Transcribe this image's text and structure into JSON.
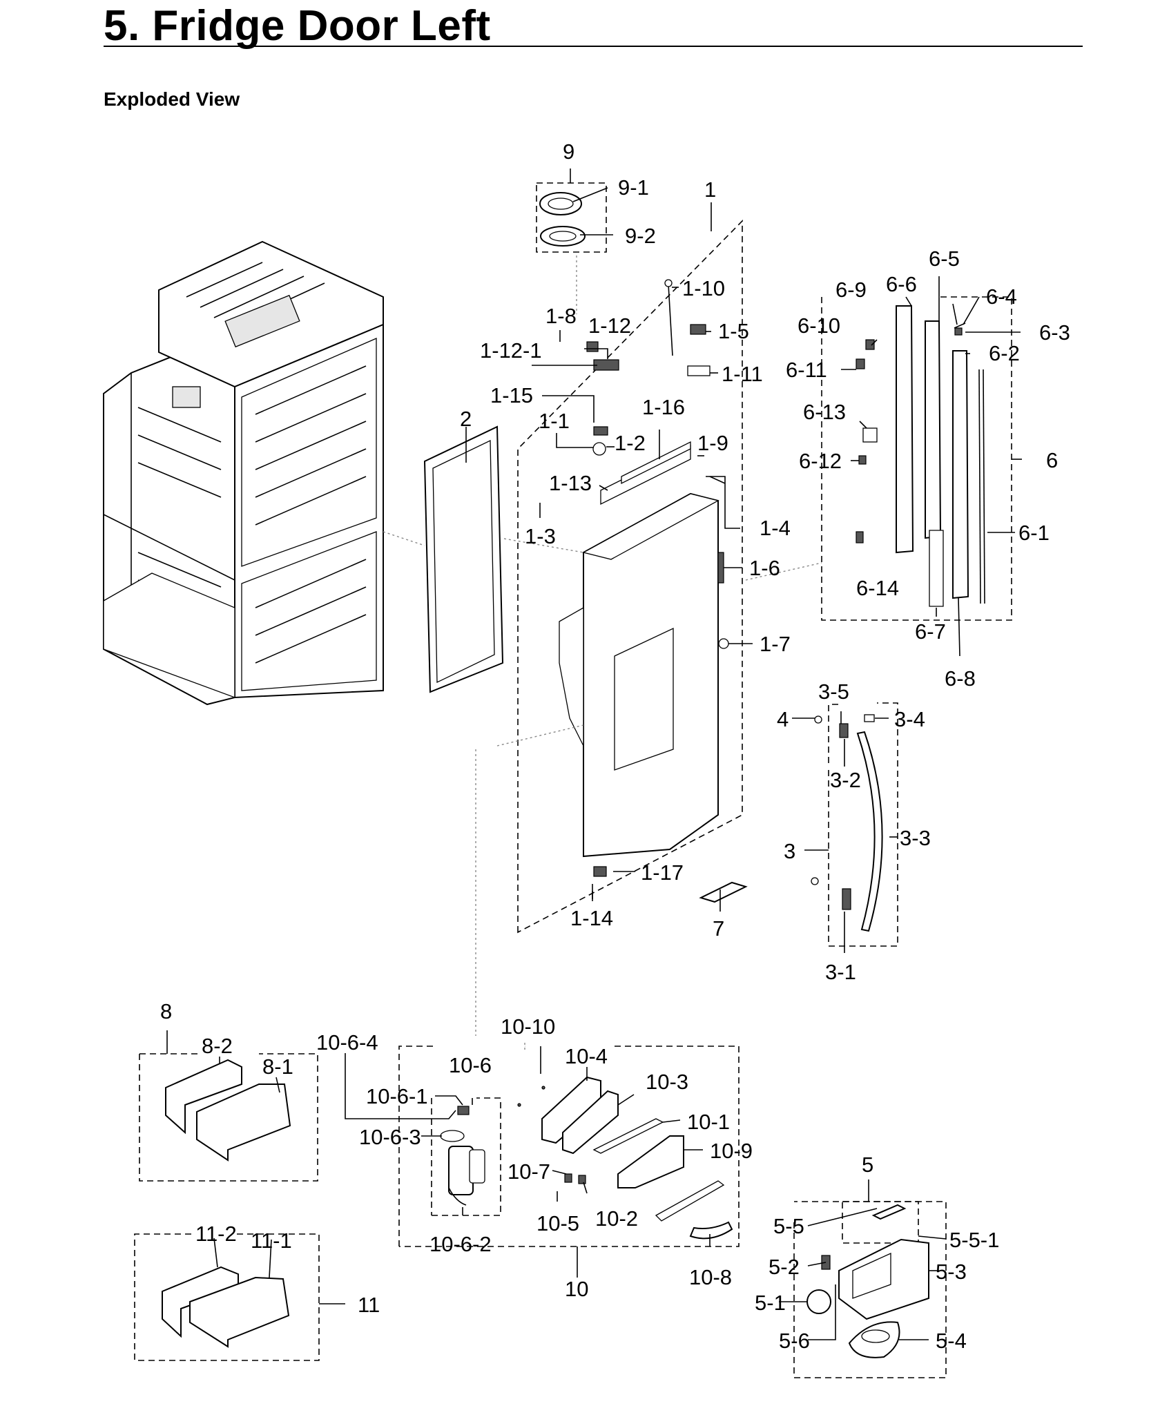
{
  "header": {
    "title": "5.  Fridge Door Left",
    "subtitle": "Exploded View"
  },
  "callouts": [
    "9",
    "9-1",
    "9-2",
    "1",
    "1-10",
    "1-8",
    "1-12",
    "1-5",
    "1-12-1",
    "1-11",
    "1-15",
    "2",
    "1-1",
    "1-16",
    "1-2",
    "1-9",
    "1-13",
    "1-4",
    "1-3",
    "1-6",
    "1-7",
    "1-17",
    "1-14",
    "7",
    "6-5",
    "6-9",
    "6-6",
    "6-4",
    "6-10",
    "6-3",
    "6-2",
    "6-11",
    "6-13",
    "6-12",
    "6",
    "6-1",
    "6-14",
    "6-7",
    "6-8",
    "3-5",
    "4",
    "3-4",
    "3-2",
    "3-3",
    "3",
    "3-1",
    "8",
    "8-2",
    "8-1",
    "10-10",
    "10-6-4",
    "10-4",
    "10-6",
    "10-3",
    "10-6-1",
    "10-1",
    "10-6-3",
    "10-9",
    "10-7",
    "10-5",
    "10-2",
    "10-6-2",
    "10",
    "10-8",
    "5",
    "5-5",
    "5-5-1",
    "5-2",
    "5-3",
    "5-1",
    "5-6",
    "5-4",
    "11-2",
    "11-1",
    "11"
  ]
}
